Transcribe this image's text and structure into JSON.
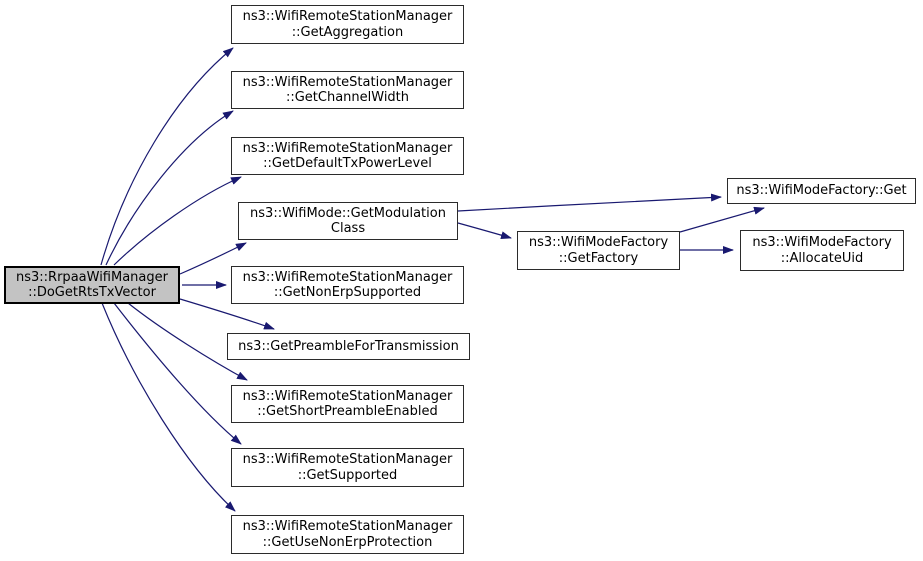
{
  "diagram": {
    "kind": "doxygen-call-graph",
    "colors": {
      "edge": "#191970",
      "node_border": "#2b2b2b",
      "node_fill": "#ffffff",
      "root_fill": "#c3c3c3",
      "background": "#ffffff",
      "text": "#000000"
    },
    "nodes": {
      "root": {
        "label": "ns3::RrpaaWifiManager\n::DoGetRtsTxVector"
      },
      "get_aggregation": {
        "label": "ns3::WifiRemoteStationManager\n::GetAggregation"
      },
      "get_channel_width": {
        "label": "ns3::WifiRemoteStationManager\n::GetChannelWidth"
      },
      "get_default_tx_power_level": {
        "label": "ns3::WifiRemoteStationManager\n::GetDefaultTxPowerLevel"
      },
      "get_modulation_class": {
        "label": "ns3::WifiMode::GetModulation\nClass"
      },
      "get_non_erp_supported": {
        "label": "ns3::WifiRemoteStationManager\n::GetNonErpSupported"
      },
      "get_preamble_for_transmission": {
        "label": "ns3::GetPreambleForTransmission"
      },
      "get_short_preamble_enabled": {
        "label": "ns3::WifiRemoteStationManager\n::GetShortPreambleEnabled"
      },
      "get_supported": {
        "label": "ns3::WifiRemoteStationManager\n::GetSupported"
      },
      "get_use_non_erp_protection": {
        "label": "ns3::WifiRemoteStationManager\n::GetUseNonErpProtection"
      },
      "wifi_mode_factory_get": {
        "label": "ns3::WifiModeFactory::Get"
      },
      "wifi_mode_factory_get_factory": {
        "label": "ns3::WifiModeFactory\n::GetFactory"
      },
      "wifi_mode_factory_allocate_uid": {
        "label": "ns3::WifiModeFactory\n::AllocateUid"
      }
    },
    "edges": [
      {
        "from": "root",
        "to": "get_aggregation"
      },
      {
        "from": "root",
        "to": "get_channel_width"
      },
      {
        "from": "root",
        "to": "get_default_tx_power_level"
      },
      {
        "from": "root",
        "to": "get_modulation_class"
      },
      {
        "from": "root",
        "to": "get_non_erp_supported"
      },
      {
        "from": "root",
        "to": "get_preamble_for_transmission"
      },
      {
        "from": "root",
        "to": "get_short_preamble_enabled"
      },
      {
        "from": "root",
        "to": "get_supported"
      },
      {
        "from": "root",
        "to": "get_use_non_erp_protection"
      },
      {
        "from": "get_modulation_class",
        "to": "wifi_mode_factory_get"
      },
      {
        "from": "get_modulation_class",
        "to": "wifi_mode_factory_get_factory"
      },
      {
        "from": "wifi_mode_factory_get_factory",
        "to": "wifi_mode_factory_get"
      },
      {
        "from": "wifi_mode_factory_get_factory",
        "to": "wifi_mode_factory_allocate_uid"
      }
    ]
  }
}
